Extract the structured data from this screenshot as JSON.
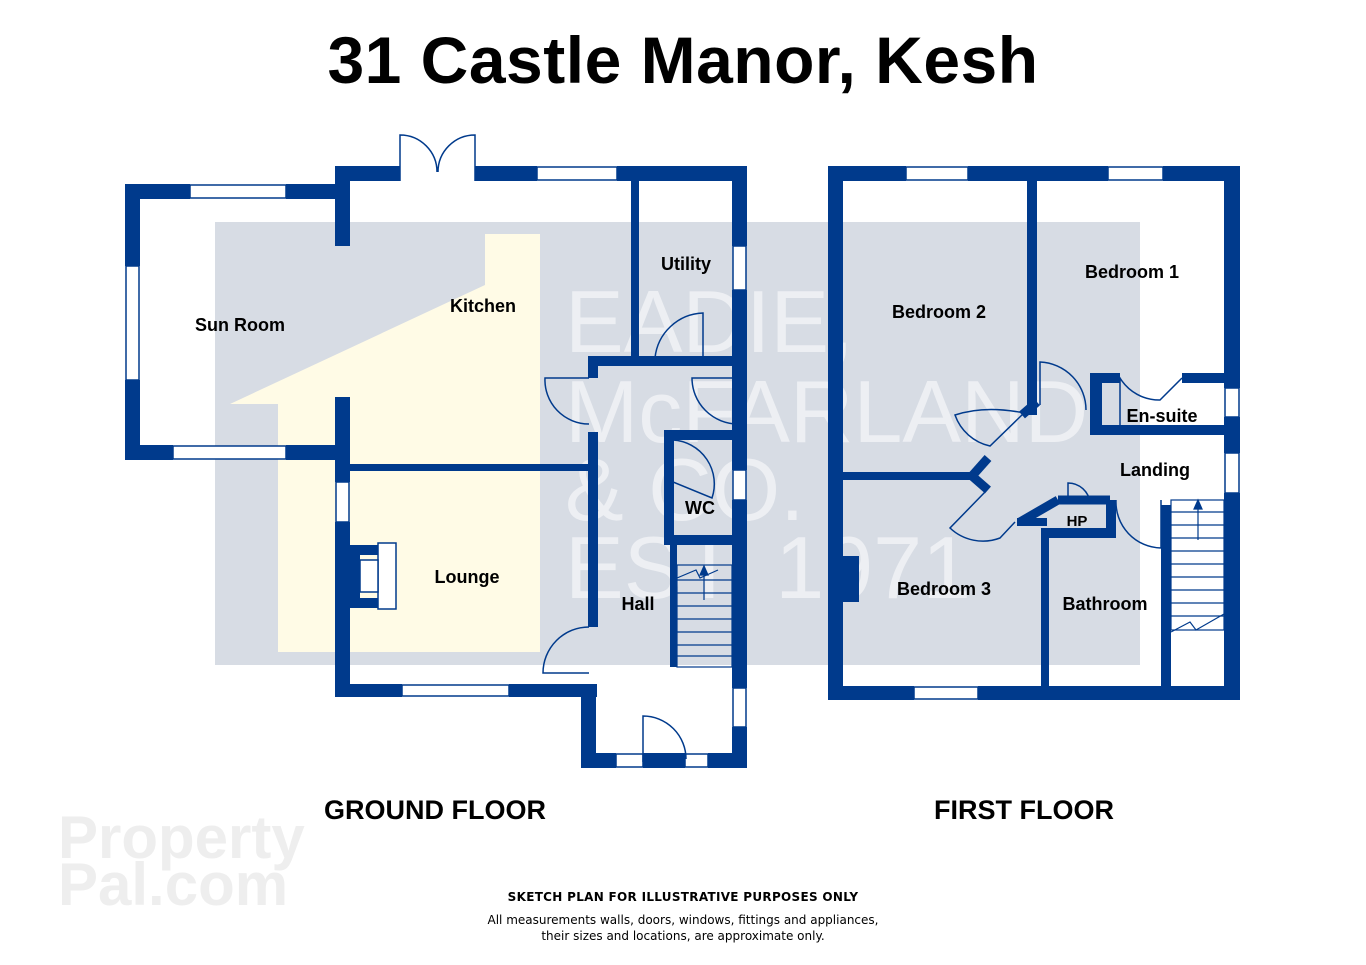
{
  "title": "31 Castle Manor, Kesh",
  "colors": {
    "wall": "#003a8c",
    "yellow": "#fffbe6",
    "watermark_grey": "#d7dce4",
    "background": "#ffffff"
  },
  "watermark": {
    "line1": "EADIE,",
    "line2": "McFARLAND",
    "line3": "& CO.",
    "line4": "EST. 1971"
  },
  "ground_floor": {
    "label": "GROUND FLOOR",
    "rooms": {
      "sun_room": "Sun Room",
      "kitchen": "Kitchen",
      "utility": "Utility",
      "lounge": "Lounge",
      "wc": "WC",
      "hall": "Hall"
    }
  },
  "first_floor": {
    "label": "FIRST FLOOR",
    "rooms": {
      "bedroom_1": "Bedroom 1",
      "bedroom_2": "Bedroom 2",
      "bedroom_3": "Bedroom 3",
      "en_suite": "En-suite",
      "landing": "Landing",
      "hp": "HP",
      "bathroom": "Bathroom"
    }
  },
  "propertypal": {
    "line1": "Property",
    "line2": "Pal.com"
  },
  "disclaimer": {
    "heading": "SKETCH PLAN FOR ILLUSTRATIVE PURPOSES ONLY",
    "body": "All measurements walls, doors, windows, fittings and appliances, their sizes and locations, are approximate only."
  }
}
